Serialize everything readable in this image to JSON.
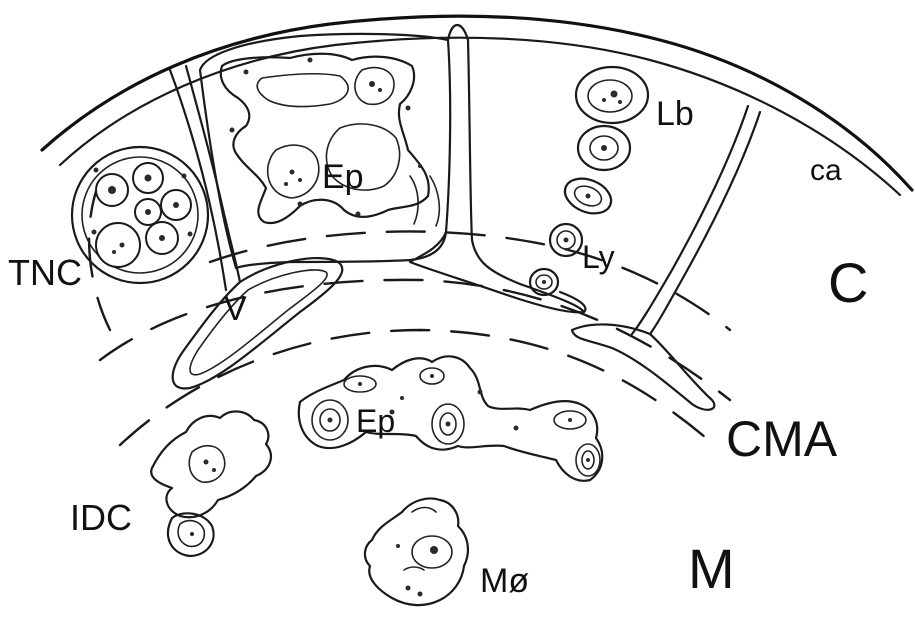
{
  "figure": {
    "region_labels": {
      "cortex": "C",
      "corticomedullary": "CMA",
      "medulla": "M"
    },
    "cell_labels": {
      "thymic_nurse_cell": "TNC",
      "lymphoblast": "Lb",
      "epithelial_upper": "Ep",
      "capsule": "ca",
      "lymphocyte": "Ly",
      "vessel": "V",
      "epithelial_lower": "Ep",
      "interdigitating_cell": "IDC",
      "macrophage": "Mø"
    }
  }
}
